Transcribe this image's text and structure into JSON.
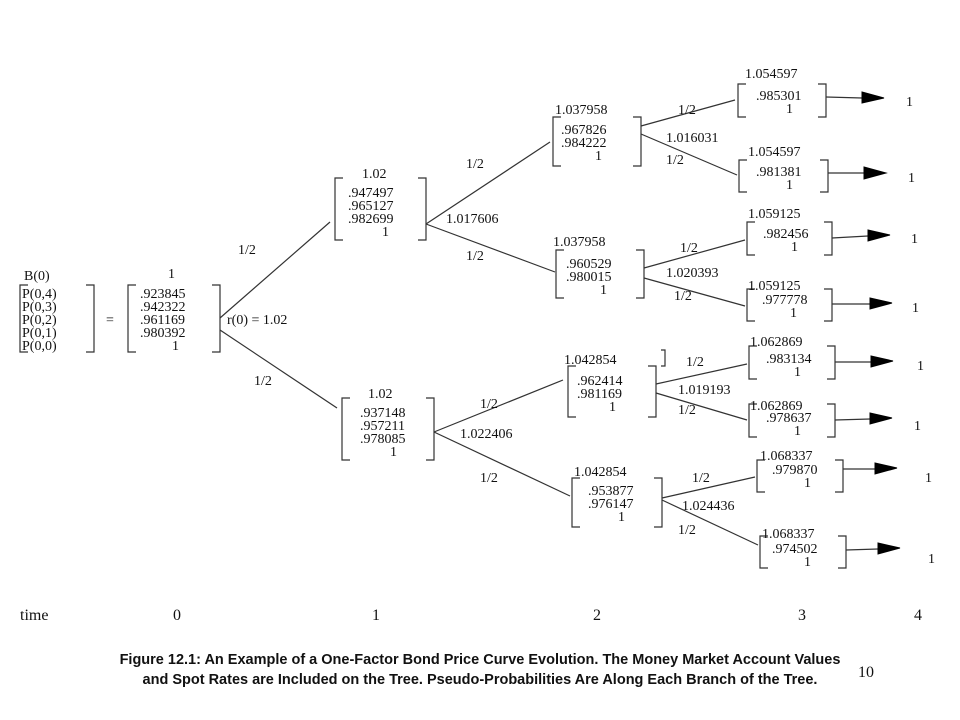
{
  "initial": {
    "label": "B(0)",
    "bond_labels": [
      "P(0,4)",
      "P(0,3)",
      "P(0,2)",
      "P(0,1)",
      "P(0,0)"
    ],
    "equals": "=",
    "money_market": "1",
    "prices": [
      ".923845",
      ".942322",
      ".961169",
      ".980392",
      "1"
    ],
    "spot_rate": "r(0) = 1.02"
  },
  "nodes": [
    {
      "id": "t1-up",
      "money_market": "1.02",
      "prices": [
        ".947497",
        ".965127",
        ".982699",
        "1"
      ],
      "spot_rate": "1.017606"
    },
    {
      "id": "t1-down",
      "money_market": "1.02",
      "prices": [
        ".937148",
        ".957211",
        ".978085",
        "1"
      ],
      "spot_rate": "1.022406"
    },
    {
      "id": "t2-uu",
      "money_market": "1.037958",
      "prices": [
        ".967826",
        ".984222",
        "1"
      ],
      "spot_rate": "1.016031"
    },
    {
      "id": "t2-ud",
      "money_market": "1.037958",
      "prices": [
        ".960529",
        ".980015",
        "1"
      ],
      "spot_rate": "1.020393"
    },
    {
      "id": "t2-du",
      "money_market": "1.042854",
      "prices": [
        ".962414",
        ".981169",
        "1"
      ],
      "spot_rate": "1.019193"
    },
    {
      "id": "t2-dd",
      "money_market": "1.042854",
      "prices": [
        ".953877",
        ".976147",
        "1"
      ],
      "spot_rate": "1.024436"
    },
    {
      "id": "t3-1",
      "money_market": "1.054597",
      "prices": [
        ".985301",
        "1"
      ]
    },
    {
      "id": "t3-2",
      "money_market": "1.054597",
      "prices": [
        ".981381",
        "1"
      ]
    },
    {
      "id": "t3-3",
      "money_market": "1.059125",
      "prices": [
        ".982456",
        "1"
      ]
    },
    {
      "id": "t3-4",
      "money_market": "1.059125",
      "prices": [
        ".977778",
        "1"
      ]
    },
    {
      "id": "t3-5",
      "money_market": "1.062869",
      "prices": [
        ".983134",
        "1"
      ]
    },
    {
      "id": "t3-6",
      "money_market": "1.062869",
      "prices": [
        ".978637",
        "1"
      ]
    },
    {
      "id": "t3-7",
      "money_market": "1.068337",
      "prices": [
        ".979870",
        "1"
      ]
    },
    {
      "id": "t3-8",
      "money_market": "1.068337",
      "prices": [
        ".974502",
        "1"
      ]
    }
  ],
  "terminal_values": [
    "1",
    "1",
    "1",
    "1",
    "1",
    "1",
    "1",
    "1"
  ],
  "probability": "1/2",
  "time_axis": {
    "label": "time",
    "ticks": [
      "0",
      "1",
      "2",
      "3",
      "4"
    ]
  },
  "caption": [
    "Figure 12.1:  An Example of a One-Factor Bond Price Curve Evolution.  The Money Market Account Values",
    "and Spot Rates are Included on the Tree.  Pseudo-Probabilities Are Along Each Branch of the Tree."
  ],
  "page_number": "10"
}
